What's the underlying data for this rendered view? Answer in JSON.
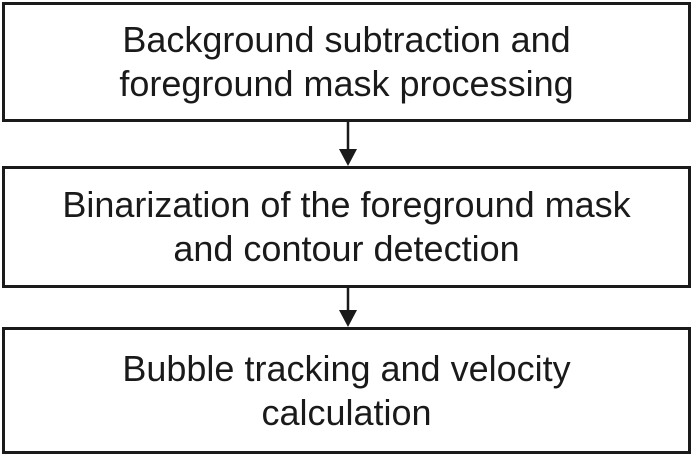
{
  "diagram": {
    "steps": [
      {
        "line1": "Background subtraction and",
        "line2": "foreground mask processing"
      },
      {
        "line1": "Binarization of the foreground mask",
        "line2": "and contour detection"
      },
      {
        "line1": "Bubble tracking and velocity",
        "line2": "calculation"
      }
    ],
    "connectors": [
      {
        "from": 0,
        "to": 1
      },
      {
        "from": 1,
        "to": 2
      }
    ],
    "colors": {
      "stroke": "#1a1a1a",
      "background": "#ffffff"
    }
  }
}
